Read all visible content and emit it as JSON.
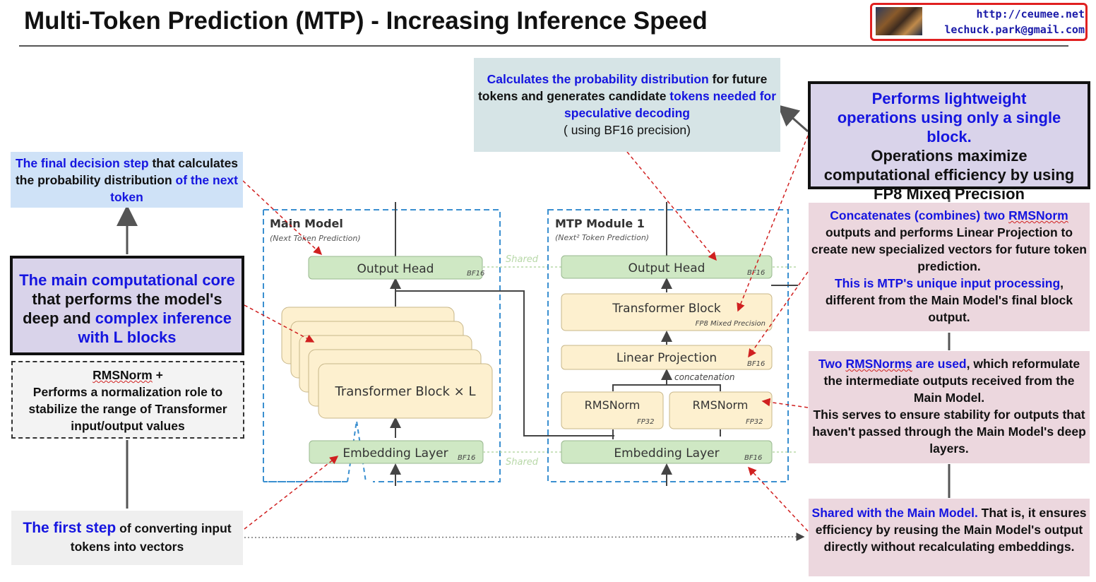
{
  "title": "Multi-Token Prediction (MTP) - Increasing Inference Speed",
  "logo": {
    "url": "http://ceumee.net",
    "email": "lechuck.park@gmail.com"
  },
  "colors": {
    "accent_blue": "#1515e0",
    "annotation_red": "#d02020",
    "green_block": "#cfe8c4",
    "yellow_block": "#fdf0cf",
    "dashed_frame": "#3a8fd0"
  },
  "left": {
    "final_step": {
      "b1": "The final decision step",
      "t1": " that calculates the probability distribution ",
      "b2": "of the next token"
    },
    "core": {
      "b1": "The main computational core",
      "t1": " that performs the model's deep and ",
      "b2": "complex inference with L blocks"
    },
    "rmsnorm": {
      "head": "RMSNorm",
      "head_suffix": " +",
      "body": "Performs a normalization role to stabilize the range of Transformer input/output values"
    },
    "first_step": {
      "b1": "The first step",
      "t1": " of converting input tokens into vectors"
    }
  },
  "top_box": {
    "b1": "Calculates the probability distribution",
    "t1": " for future tokens and generates candidate ",
    "b2": "tokens needed for speculative decoding",
    "t2": "( using BF16 precision)"
  },
  "right": {
    "lightweight": {
      "b1": "Performs lightweight operations using only a single block.",
      "t1": "Operations maximize computational efficiency by using FP8 Mixed Precision"
    },
    "concat": {
      "p1": "Concatenates (combines) two ",
      "w1": "RMSNorm",
      "t1": " outputs and performs Linear Projection to create new specialized vectors for future token prediction.",
      "b1": "This is MTP's unique input processing",
      "t2": ", different from the Main Model's final block output."
    },
    "two_rms": {
      "b1": "Two ",
      "w1": "RMSNorms",
      "b2": " are used",
      "t1": ", which reformulate the intermediate outputs received from the Main Model.",
      "t2": "This serves to ensure stability for outputs that haven't passed through the Main Model's deep layers."
    },
    "shared": {
      "b1": "Shared with the Main Model.",
      "t1": " That is, it ensures efficiency by reusing the Main Model's output directly without recalculating embeddings."
    }
  },
  "diagram": {
    "main_model": {
      "title": "Main Model",
      "subtitle": "(Next Token Prediction)",
      "output_head": "Output Head",
      "output_head_tag": "BF16",
      "transformer": "Transformer Block × L",
      "embedding": "Embedding Layer",
      "embedding_tag": "BF16"
    },
    "mtp_module": {
      "title": "MTP Module 1",
      "subtitle": "(Next² Token Prediction)",
      "output_head": "Output Head",
      "output_head_tag": "BF16",
      "transformer": "Transformer Block",
      "transformer_tag": "FP8 Mixed Precision",
      "linear": "Linear Projection",
      "linear_tag": "BF16",
      "concatenation": "concatenation",
      "rmsnorm": "RMSNorm",
      "rmsnorm_tag": "FP32",
      "embedding": "Embedding Layer",
      "embedding_tag": "BF16"
    },
    "shared_label": "Shared"
  }
}
